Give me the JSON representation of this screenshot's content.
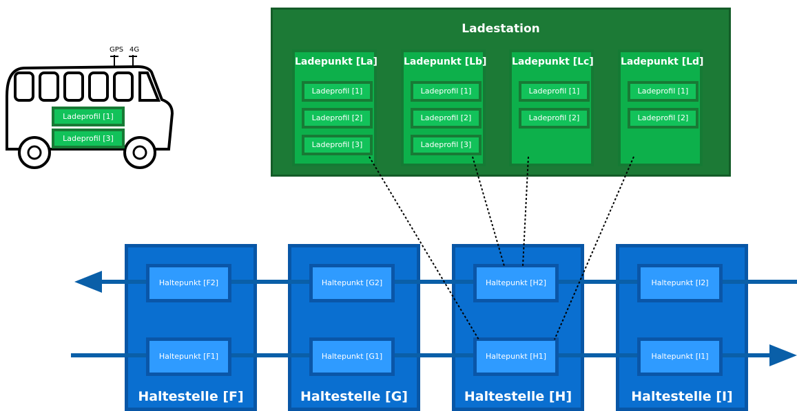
{
  "bus": {
    "antenna_gps": "GPS",
    "antenna_4g": "4G",
    "profiles": [
      "Ladeprofil [1]",
      "Ladeprofil [3]"
    ]
  },
  "ladestation": {
    "title": "Ladestation",
    "ladepunkte": [
      {
        "title": "Ladepunkt [La]",
        "profiles": [
          "Ladeprofil [1]",
          "Ladeprofil [2]",
          "Ladeprofil [3]"
        ]
      },
      {
        "title": "Ladepunkt [Lb]",
        "profiles": [
          "Ladeprofil [1]",
          "Ladeprofil [2]",
          "Ladeprofil [3]"
        ]
      },
      {
        "title": "Ladepunkt [Lc]",
        "profiles": [
          "Ladeprofil [1]",
          "Ladeprofil [2]"
        ]
      },
      {
        "title": "Ladepunkt [Ld]",
        "profiles": [
          "Ladeprofil [1]",
          "Ladeprofil [2]"
        ]
      }
    ]
  },
  "haltestellen": [
    {
      "title": "Haltestelle [F]",
      "top": "Haltepunkt [F2]",
      "bottom": "Haltepunkt [F1]"
    },
    {
      "title": "Haltestelle [G]",
      "top": "Haltepunkt [G2]",
      "bottom": "Haltepunkt [G1]"
    },
    {
      "title": "Haltestelle [H]",
      "top": "Haltepunkt [H2]",
      "bottom": "Haltepunkt [H1]"
    },
    {
      "title": "Haltestelle [I]",
      "top": "Haltepunkt [I2]",
      "bottom": "Haltepunkt [I1]"
    }
  ],
  "colors": {
    "station_green": "#1c7a36",
    "point_green": "#0db04b",
    "stop_blue": "#0a6fd0",
    "route_blue": "#0a5fa8"
  }
}
